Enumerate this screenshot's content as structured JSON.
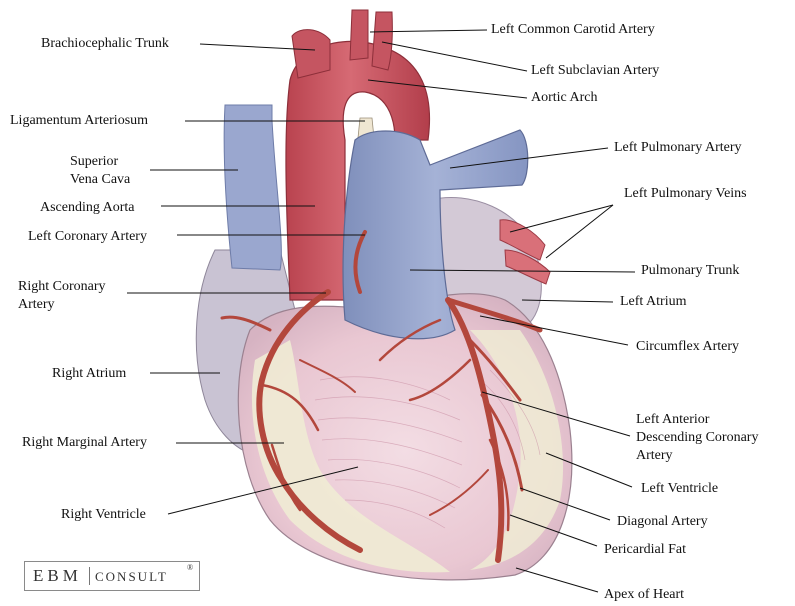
{
  "labels": {
    "left_common_carotid": "Left Common Carotid Artery",
    "brachiocephalic": "Brachiocephalic Trunk",
    "left_subclavian": "Left Subclavian Artery",
    "aortic_arch": "Aortic Arch",
    "ligamentum": "Ligamentum Arteriosum",
    "left_pulmonary_artery": "Left Pulmonary Artery",
    "svc_line1": "Superior",
    "svc_line2": "Vena Cava",
    "left_pulmonary_veins": "Left Pulmonary Veins",
    "ascending_aorta": "Ascending Aorta",
    "left_coronary": "Left Coronary Artery",
    "pulmonary_trunk": "Pulmonary Trunk",
    "right_coronary_line1": "Right Coronary",
    "right_coronary_line2": "Artery",
    "left_atrium": "Left Atrium",
    "circumflex": "Circumflex Artery",
    "right_atrium": "Right Atrium",
    "lad_line1": "Left Anterior",
    "lad_line2": "Descending Coronary",
    "lad_line3": "Artery",
    "right_marginal": "Right Marginal Artery",
    "left_ventricle": "Left Ventricle",
    "right_ventricle": "Right Ventricle",
    "diagonal": "Diagonal Artery",
    "pericardial_fat": "Pericardial Fat",
    "apex": "Apex of Heart"
  },
  "logo": {
    "ebm": "EBM",
    "consult": "CONSULT",
    "reg": "®"
  },
  "colors": {
    "artery": "#c9515e",
    "artery_dark": "#a93b48",
    "vein_blue": "#8b9cc6",
    "myocardium_pink": "#ecc8d3",
    "fat_cream": "#efebd4",
    "atrium_grey": "#c9c3d3",
    "coronary_vessel": "#b3473c"
  }
}
